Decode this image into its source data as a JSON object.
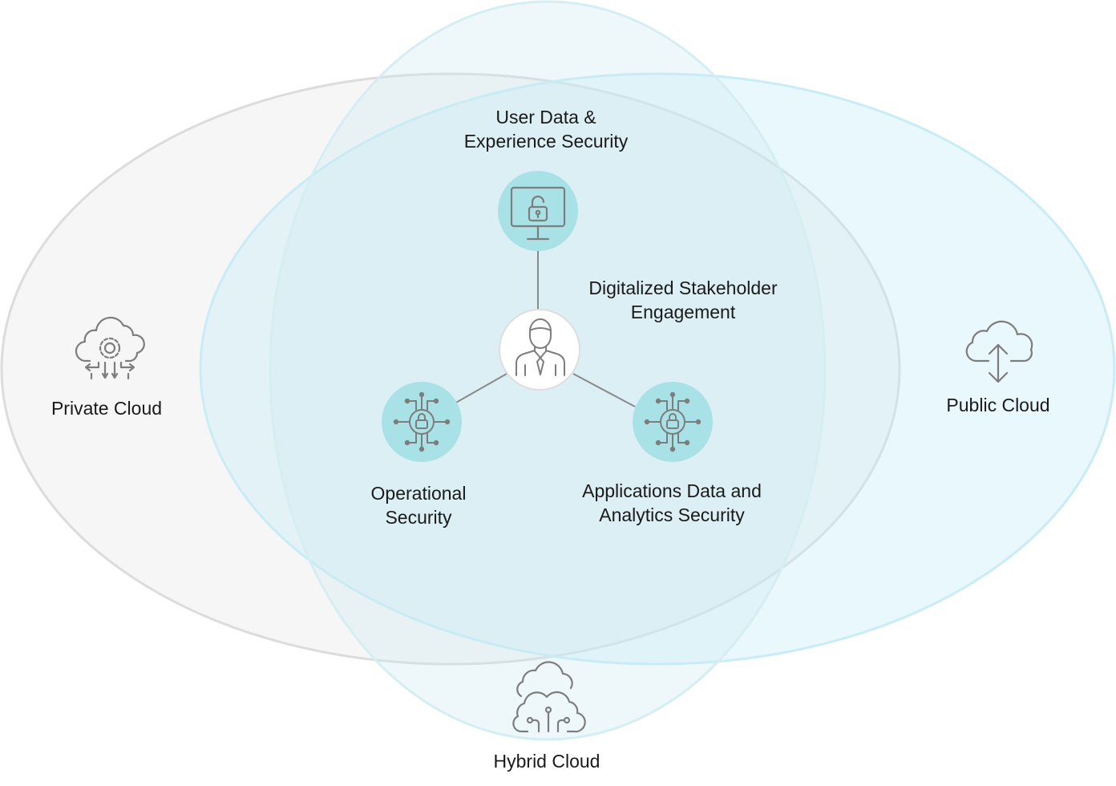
{
  "clouds": {
    "private": {
      "label": "Private Cloud",
      "icon": "cloud-gear-icon"
    },
    "public": {
      "label": "Public Cloud",
      "icon": "cloud-upload-download-icon"
    },
    "hybrid": {
      "label": "Hybrid Cloud",
      "icon": "cloud-circuit-icon"
    }
  },
  "center": {
    "line1": "Digitalized Stakeholder",
    "line2": "Engagement",
    "icon": "business-person-icon"
  },
  "nodes": {
    "user_data": {
      "line1": "User Data &",
      "line2": "Experience Security",
      "icon": "monitor-lock-icon"
    },
    "operational": {
      "line1": "Operational",
      "line2": "Security",
      "icon": "circuit-lock-icon"
    },
    "applications": {
      "line1": "Applications Data and",
      "line2": "Analytics Security",
      "icon": "circuit-lock-icon"
    }
  },
  "colors": {
    "private_fill": "#f6f6f6",
    "public_fill": "#e8f7fc",
    "hybrid_fill": "#e6f5f9",
    "node_fill": "#a9e2e6",
    "icon_stroke": "#7d7d7d"
  }
}
